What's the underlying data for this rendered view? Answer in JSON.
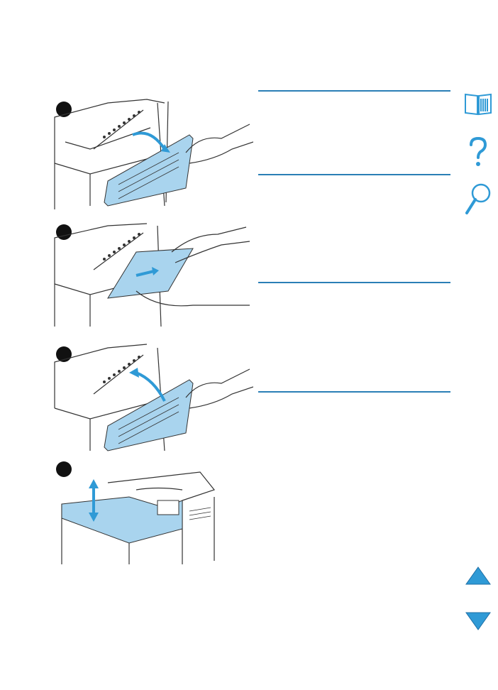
{
  "colors": {
    "accent": "#2f9ad6",
    "accent_light": "#a9d4ee",
    "rule": "#2a7fb6",
    "marker": "#111111"
  },
  "steps": [
    {
      "figure": "open-rear-output-door"
    },
    {
      "figure": "pull-out-jammed-paper"
    },
    {
      "figure": "close-rear-output-door"
    },
    {
      "figure": "open-and-close-top-cover"
    }
  ],
  "side_icons": [
    "book-icon",
    "question-mark-icon",
    "magnifier-icon"
  ],
  "nav": [
    "previous-page-arrow-icon",
    "next-page-arrow-icon"
  ]
}
